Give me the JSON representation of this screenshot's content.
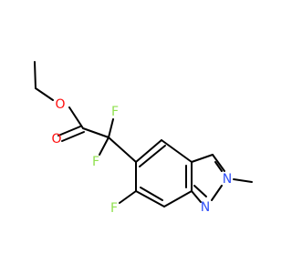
{
  "molecule": {
    "atoms": [
      {
        "id": "o_ether",
        "label": "O",
        "color": "#ff0d0d"
      },
      {
        "id": "o_carbonyl",
        "label": "O",
        "color": "#ff0d0d"
      },
      {
        "id": "f_alpha_1",
        "label": "F",
        "color": "#90e050"
      },
      {
        "id": "f_alpha_2",
        "label": "F",
        "color": "#90e050"
      },
      {
        "id": "f_ring",
        "label": "F",
        "color": "#90e050"
      },
      {
        "id": "n_1",
        "label": "N",
        "color": "#3050f8"
      },
      {
        "id": "n_2",
        "label": "N",
        "color": "#3050f8"
      }
    ],
    "bond_color": "#000000"
  }
}
